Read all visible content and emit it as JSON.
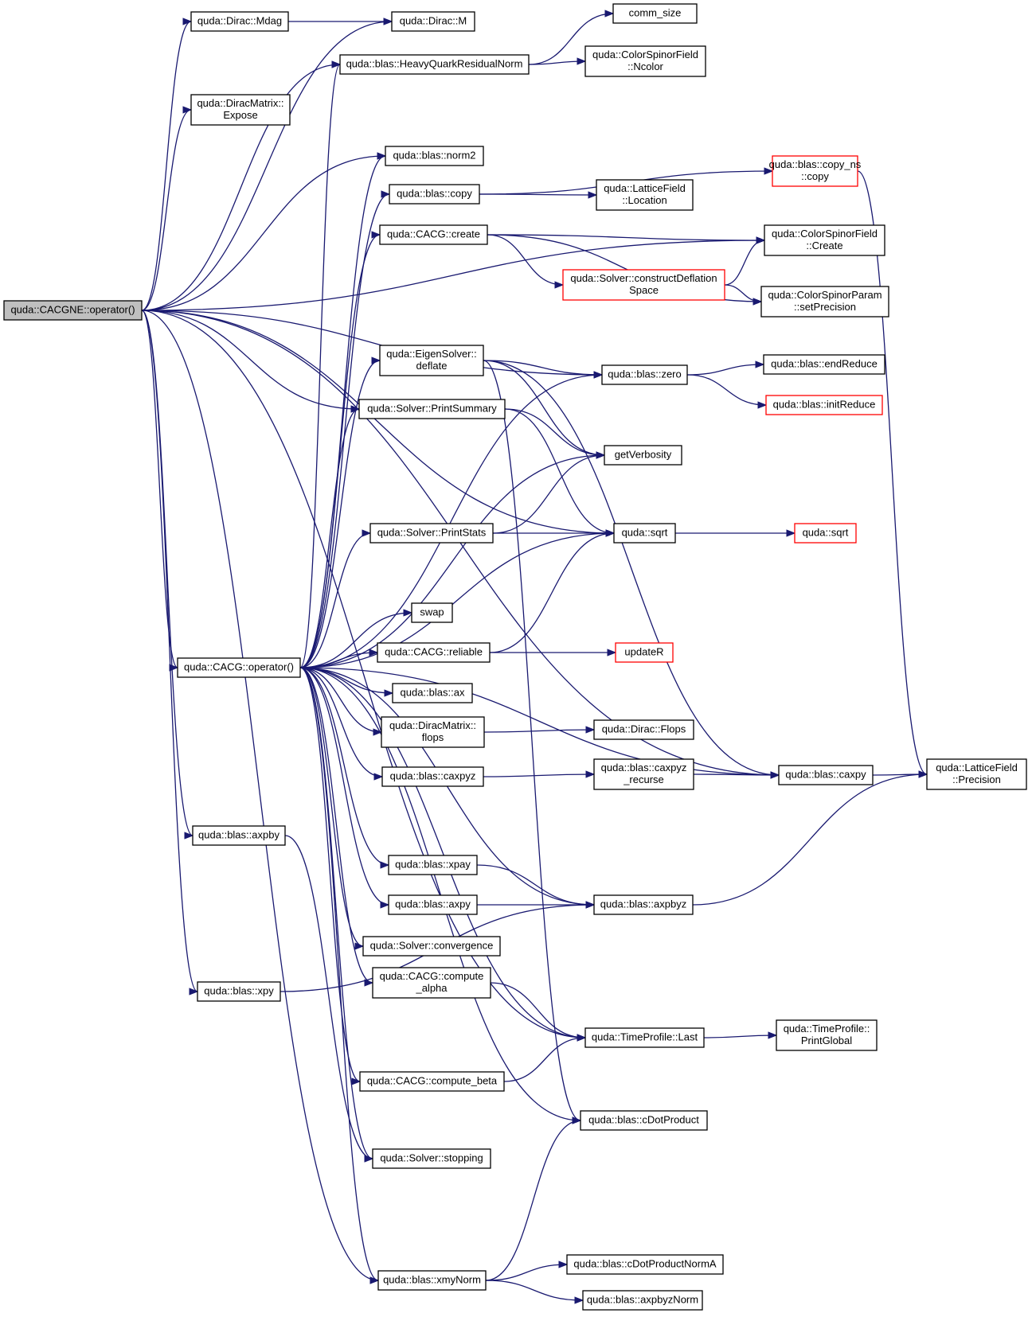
{
  "colors": {
    "edge": "#191970",
    "node_border": "#000000",
    "truncated_border": "#ff0000",
    "root_fill": "#bfbfbf",
    "node_fill": "#ffffff"
  },
  "nodes": {
    "root": {
      "lines": [
        "quda::CACGNE::operator()"
      ],
      "kind": "root"
    },
    "mdag": {
      "lines": [
        "quda::Dirac::Mdag"
      ]
    },
    "diracm": {
      "lines": [
        "quda::Dirac::M"
      ]
    },
    "commsize": {
      "lines": [
        "comm_size"
      ]
    },
    "hqrn": {
      "lines": [
        "quda::blas::HeavyQuarkResidualNorm"
      ]
    },
    "ncolor": {
      "lines": [
        "quda::ColorSpinorField",
        "::Ncolor"
      ]
    },
    "expose": {
      "lines": [
        "quda::DiracMatrix::",
        "Expose"
      ]
    },
    "norm2": {
      "lines": [
        "quda::blas::norm2"
      ]
    },
    "copy": {
      "lines": [
        "quda::blas::copy"
      ]
    },
    "copyns": {
      "lines": [
        "quda::blas::copy_ns",
        "::copy"
      ],
      "kind": "red"
    },
    "location": {
      "lines": [
        "quda::LatticeField",
        "::Location"
      ]
    },
    "cacgcreate": {
      "lines": [
        "quda::CACG::create"
      ]
    },
    "csfcreate": {
      "lines": [
        "quda::ColorSpinorField",
        "::Create"
      ]
    },
    "cds": {
      "lines": [
        "quda::Solver::constructDeflation",
        "Space"
      ],
      "kind": "red"
    },
    "setprec": {
      "lines": [
        "quda::ColorSpinorParam",
        "::setPrecision"
      ]
    },
    "deflate": {
      "lines": [
        "quda::EigenSolver::",
        "deflate"
      ]
    },
    "zero": {
      "lines": [
        "quda::blas::zero"
      ]
    },
    "endreduce": {
      "lines": [
        "quda::blas::endReduce"
      ]
    },
    "initreduce": {
      "lines": [
        "quda::blas::initReduce"
      ],
      "kind": "red"
    },
    "printsummary": {
      "lines": [
        "quda::Solver::PrintSummary"
      ]
    },
    "verbosity": {
      "lines": [
        "getVerbosity"
      ]
    },
    "printstats": {
      "lines": [
        "quda::Solver::PrintStats"
      ]
    },
    "sqrt": {
      "lines": [
        "quda::sqrt"
      ]
    },
    "sqrt2": {
      "lines": [
        "quda::sqrt"
      ],
      "kind": "red"
    },
    "swap": {
      "lines": [
        "swap"
      ]
    },
    "cacgop": {
      "lines": [
        "quda::CACG::operator()"
      ]
    },
    "reliable": {
      "lines": [
        "quda::CACG::reliable"
      ]
    },
    "updater": {
      "lines": [
        "updateR"
      ],
      "kind": "red"
    },
    "ax": {
      "lines": [
        "quda::blas::ax"
      ]
    },
    "flops": {
      "lines": [
        "quda::DiracMatrix::",
        "flops"
      ]
    },
    "diracflops": {
      "lines": [
        "quda::Dirac::Flops"
      ]
    },
    "caxpyz": {
      "lines": [
        "quda::blas::caxpyz"
      ]
    },
    "caxpyzrec": {
      "lines": [
        "quda::blas::caxpyz",
        "_recurse"
      ]
    },
    "caxpy": {
      "lines": [
        "quda::blas::caxpy"
      ]
    },
    "precision": {
      "lines": [
        "quda::LatticeField",
        "::Precision"
      ]
    },
    "axpby": {
      "lines": [
        "quda::blas::axpby"
      ]
    },
    "xpay": {
      "lines": [
        "quda::blas::xpay"
      ]
    },
    "axpy": {
      "lines": [
        "quda::blas::axpy"
      ]
    },
    "axpbyz": {
      "lines": [
        "quda::blas::axpbyz"
      ]
    },
    "convergence": {
      "lines": [
        "quda::Solver::convergence"
      ]
    },
    "computealpha": {
      "lines": [
        "quda::CACG::compute",
        "_alpha"
      ]
    },
    "xpy": {
      "lines": [
        "quda::blas::xpy"
      ]
    },
    "last": {
      "lines": [
        "quda::TimeProfile::Last"
      ]
    },
    "printglobal": {
      "lines": [
        "quda::TimeProfile::",
        "PrintGlobal"
      ]
    },
    "computebeta": {
      "lines": [
        "quda::CACG::compute_beta"
      ]
    },
    "cdot": {
      "lines": [
        "quda::blas::cDotProduct"
      ]
    },
    "stopping": {
      "lines": [
        "quda::Solver::stopping"
      ]
    },
    "cdotnorma": {
      "lines": [
        "quda::blas::cDotProductNormA"
      ]
    },
    "xmynorm": {
      "lines": [
        "quda::blas::xmyNorm"
      ]
    },
    "axpbyznorm": {
      "lines": [
        "quda::blas::axpbyzNorm"
      ]
    }
  },
  "edges": [
    [
      "root",
      "mdag"
    ],
    [
      "root",
      "diracm"
    ],
    [
      "root",
      "hqrn"
    ],
    [
      "root",
      "expose"
    ],
    [
      "root",
      "norm2"
    ],
    [
      "root",
      "csfcreate"
    ],
    [
      "root",
      "zero"
    ],
    [
      "root",
      "printsummary"
    ],
    [
      "root",
      "sqrt"
    ],
    [
      "root",
      "cacgop"
    ],
    [
      "root",
      "axpby"
    ],
    [
      "root",
      "xpy"
    ],
    [
      "root",
      "xmynorm"
    ],
    [
      "root",
      "last"
    ],
    [
      "root",
      "caxpy"
    ],
    [
      "mdag",
      "diracm"
    ],
    [
      "hqrn",
      "commsize"
    ],
    [
      "hqrn",
      "ncolor"
    ],
    [
      "copy",
      "copyns"
    ],
    [
      "copy",
      "location"
    ],
    [
      "copyns",
      "precision"
    ],
    [
      "cacgcreate",
      "csfcreate"
    ],
    [
      "cacgcreate",
      "cds"
    ],
    [
      "cacgcreate",
      "setprec"
    ],
    [
      "cds",
      "csfcreate"
    ],
    [
      "cds",
      "setprec"
    ],
    [
      "deflate",
      "zero"
    ],
    [
      "deflate",
      "verbosity"
    ],
    [
      "deflate",
      "caxpy"
    ],
    [
      "deflate",
      "cdot"
    ],
    [
      "zero",
      "endreduce"
    ],
    [
      "zero",
      "initreduce"
    ],
    [
      "printsummary",
      "verbosity"
    ],
    [
      "printsummary",
      "sqrt"
    ],
    [
      "printstats",
      "verbosity"
    ],
    [
      "printstats",
      "sqrt"
    ],
    [
      "sqrt",
      "sqrt2"
    ],
    [
      "cacgop",
      "hqrn"
    ],
    [
      "cacgop",
      "norm2"
    ],
    [
      "cacgop",
      "copy"
    ],
    [
      "cacgop",
      "cacgcreate"
    ],
    [
      "cacgop",
      "zero"
    ],
    [
      "cacgop",
      "deflate"
    ],
    [
      "cacgop",
      "printsummary"
    ],
    [
      "cacgop",
      "verbosity"
    ],
    [
      "cacgop",
      "printstats"
    ],
    [
      "cacgop",
      "sqrt"
    ],
    [
      "cacgop",
      "swap"
    ],
    [
      "cacgop",
      "reliable"
    ],
    [
      "cacgop",
      "ax"
    ],
    [
      "cacgop",
      "flops"
    ],
    [
      "cacgop",
      "caxpyz"
    ],
    [
      "cacgop",
      "caxpy"
    ],
    [
      "cacgop",
      "xpay"
    ],
    [
      "cacgop",
      "axpy"
    ],
    [
      "cacgop",
      "convergence"
    ],
    [
      "cacgop",
      "computealpha"
    ],
    [
      "cacgop",
      "last"
    ],
    [
      "cacgop",
      "computebeta"
    ],
    [
      "cacgop",
      "cdot"
    ],
    [
      "cacgop",
      "stopping"
    ],
    [
      "cacgop",
      "xmynorm"
    ],
    [
      "cacgop",
      "axpbyz"
    ],
    [
      "reliable",
      "sqrt"
    ],
    [
      "reliable",
      "updater"
    ],
    [
      "flops",
      "diracflops"
    ],
    [
      "caxpyz",
      "caxpyzrec"
    ],
    [
      "caxpyzrec",
      "caxpy"
    ],
    [
      "caxpy",
      "precision"
    ],
    [
      "axpby",
      "stopping"
    ],
    [
      "xpy",
      "axpbyz"
    ],
    [
      "xpay",
      "axpbyz"
    ],
    [
      "axpy",
      "axpbyz"
    ],
    [
      "axpbyz",
      "precision"
    ],
    [
      "computealpha",
      "last"
    ],
    [
      "computebeta",
      "last"
    ],
    [
      "last",
      "printglobal"
    ],
    [
      "xmynorm",
      "cdotnorma"
    ],
    [
      "xmynorm",
      "axpbyznorm"
    ],
    [
      "xmynorm",
      "cdot"
    ]
  ]
}
